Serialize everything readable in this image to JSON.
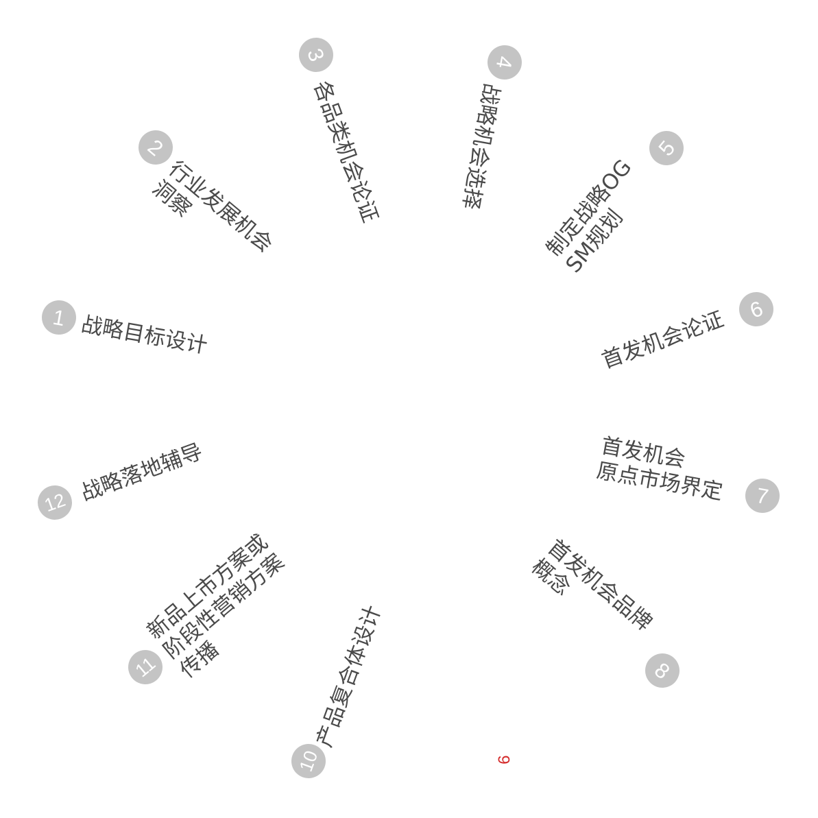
{
  "steps": [
    {
      "number": "1",
      "label": "战略目标设计"
    },
    {
      "number": "2",
      "label": "行业发展机会\n洞察"
    },
    {
      "number": "3",
      "label": "各品类机会论证"
    },
    {
      "number": "4",
      "label": "战略机会选择"
    },
    {
      "number": "5",
      "label": "制定战略OG\nSM规划"
    },
    {
      "number": "6",
      "label": "首发机会论证"
    },
    {
      "number": "7",
      "label": "首发机会\n原点市场界定"
    },
    {
      "number": "8",
      "label": "首发机会品牌\n概念"
    },
    {
      "number": "9",
      "label": ""
    },
    {
      "number": "10",
      "label": "产品复合体设计"
    },
    {
      "number": "11",
      "label": "新品上市方案或\n阶段性营销方案\n传播"
    },
    {
      "number": "12",
      "label": "战略落地辅导"
    }
  ],
  "colors": {
    "badge_fill": "#c4c4c4",
    "badge_text": "#ffffff",
    "label_text": "#4a4a4a",
    "highlight_number": "#d42a2a"
  }
}
